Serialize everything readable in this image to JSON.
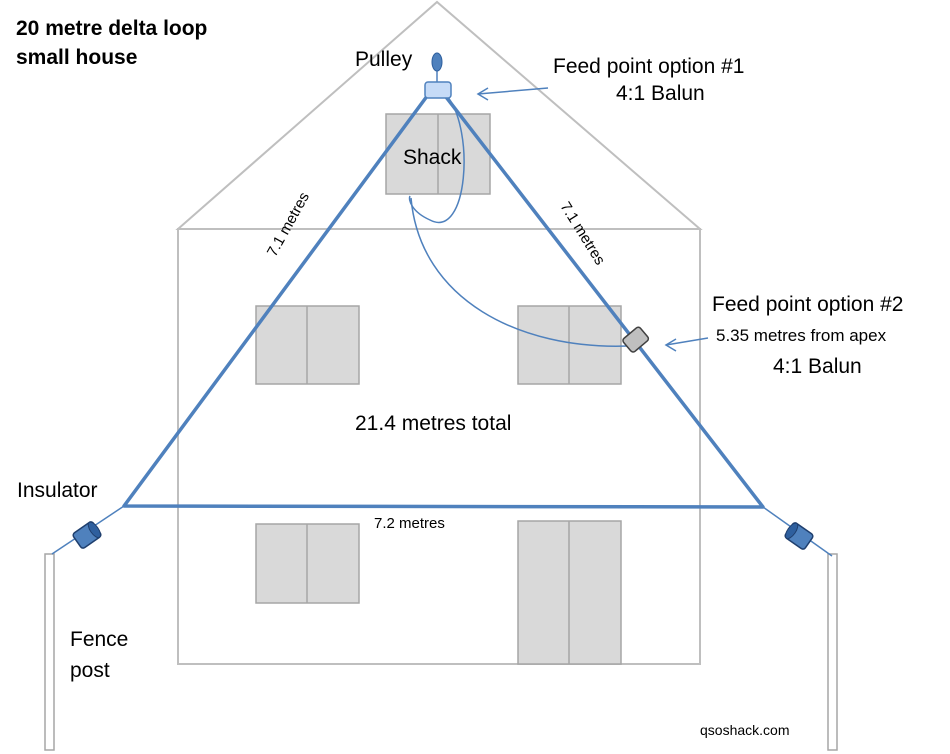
{
  "title_line1": "20 metre delta loop",
  "title_line2": "small house",
  "labels": {
    "pulley": "Pulley",
    "feed1_line1": "Feed point option #1",
    "feed1_line2": "4:1 Balun",
    "shack": "Shack",
    "side_left": "7.1 metres",
    "side_right": "7.1 metres",
    "feed2_line1": "Feed point option #2",
    "feed2_line2": "5.35 metres from apex",
    "feed2_line3": "4:1 Balun",
    "total": "21.4 metres total",
    "insulator": "Insulator",
    "base": "7.2 metres",
    "fence_line1": "Fence",
    "fence_line2": "post",
    "credit": "qsoshack.com"
  },
  "colors": {
    "loop": "#4f81bd",
    "house_outline": "#bfbfbf",
    "window_fill": "#d9d9d9",
    "window_stroke": "#a6a6a6",
    "balun1_fill": "#c6dbf7",
    "balun2_fill": "#bfbfbf",
    "insulator": "#2e5f9e"
  }
}
